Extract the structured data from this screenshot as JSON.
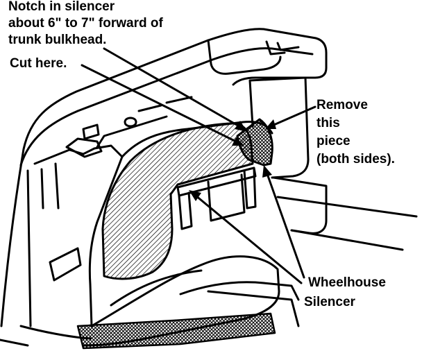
{
  "labels": {
    "notch": {
      "lines": [
        "Notch in silencer",
        "about 6\" to 7\" forward of",
        "trunk bulkhead."
      ]
    },
    "cut": {
      "text": "Cut here."
    },
    "remove": {
      "lines": [
        "Remove",
        "this",
        "piece",
        "(both sides)."
      ]
    },
    "silencer": {
      "lines": [
        "Wheelhouse",
        "Silencer"
      ]
    }
  },
  "colors": {
    "ink": "#000000",
    "background": "#ffffff"
  }
}
